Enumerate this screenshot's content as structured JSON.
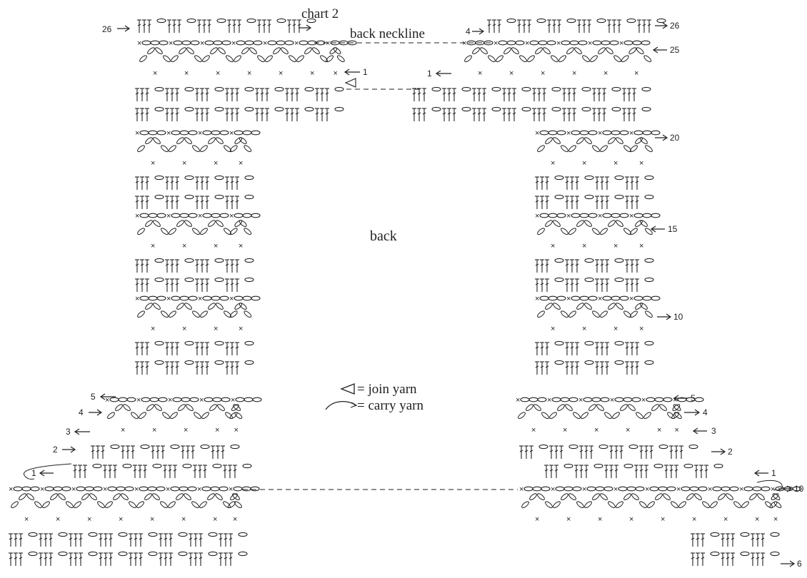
{
  "labels": {
    "chart": "chart 2",
    "neckline": "back neckline",
    "back": "back"
  },
  "legend": {
    "join": "= join yarn",
    "carry": "= carry yarn"
  },
  "row_markers": {
    "r26_left": "26",
    "r26_right": "26",
    "r25": "25",
    "r20": "20",
    "r15": "15",
    "r10_center": "10",
    "r10_far": "10",
    "r6": "6",
    "neck_1_left": "1",
    "neck_1_right": "1",
    "neck_4": "4",
    "left_5": "5",
    "left_4": "4",
    "left_3": "3",
    "left_2": "2",
    "left_1": "1",
    "right_5": "5",
    "right_4": "4",
    "right_3": "3",
    "right_2": "2",
    "right_1": "1"
  },
  "colors": {
    "ink": "#222222",
    "background": "#ffffff"
  }
}
